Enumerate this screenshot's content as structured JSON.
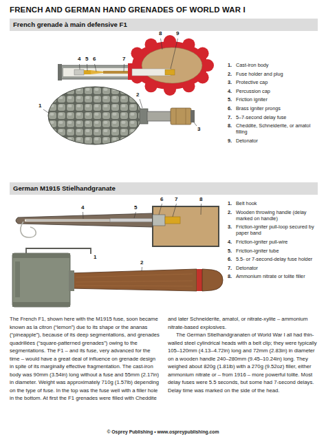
{
  "diagram": {
    "title": "FRENCH AND GERMAN HAND GRENADES OF WORLD WAR I",
    "nodes": [
      {
        "text": [
          "French grenade à main defensive F1"
        ]
      },
      {
        "text": [
          "German M1915 Stielhandgranate"
        ]
      }
    ],
    "labels": [
      "4",
      "5",
      "6",
      "7",
      "8",
      "9",
      "1",
      "2",
      "3",
      "1.",
      "Cast-iron body",
      "2.",
      "Fuse holder and plug",
      "3.",
      "Protective cap",
      "4.",
      "Percussion cap",
      "5.",
      "Friction igniter",
      "6.",
      "Brass igniter prongs",
      "7.",
      "5–7-second delay fuse",
      "8.",
      "Cheddite, Schneiderite, or amatol filling",
      "9.",
      "Detonator",
      "6",
      "7",
      "8",
      "4",
      "5",
      "1",
      "2",
      "1.",
      "Belt hook",
      "2.",
      "Wooden throwing handle (delay marked on handle)",
      "3.",
      "Friction-igniter pull-loop secured by paper band",
      "4.",
      "Friction-igniter pull-wire",
      "5.",
      "Friction-igniter tube",
      "6.",
      "5.5- or 7-second-delay fuse holder",
      "7.",
      "Detonator",
      "8.",
      "Ammonium nitrate or tolite filler",
      "The French F1, shown here with the M1915 fuse, soon became known as la citron (“lemon”) due to its shape or the ananas (“pineapple”), because of its deep segmentations, and grenades quadrillées (“square-patterned grenades”) owing to the segmentations. The F1 – and its fuse, very advanced for the time – would have a great deal of influence on grenade design in spite of its marginally effective fragmentation. The cast-iron body was 90mm (3.54in) long without a fuse and 55mm (2.17in) in diameter. Weight was approximately 710g (1.57lb) depending on the type of fuse. In the top was the fuse well with a filler hole in the bottom. At first the F1 grenades were filled with Cheddite and later Schneiderite, amatol, or nitrate-xylite – ammonium nitrate-based explosives.",
      "The German Stielhandgranaten of World War I all had thin-walled steel cylindrical heads with a belt clip; they were typically 105–120mm (4.13–4.72in) long and 72mm (2.83in) in diameter on a wooden handle 240–280mm (9.45–10.24in) long. They weighed about 820g (1.81lb) with a 270g (9.52oz) filler, either ammonium nitrate or – from 1916 – more powerful tolite. Most delay fuses were 5.5 seconds, but some had 7-second delays. Delay time was marked on the side of the head.",
      "© Osprey Publishing • www.ospreypublishing.com"
    ]
  }
}
